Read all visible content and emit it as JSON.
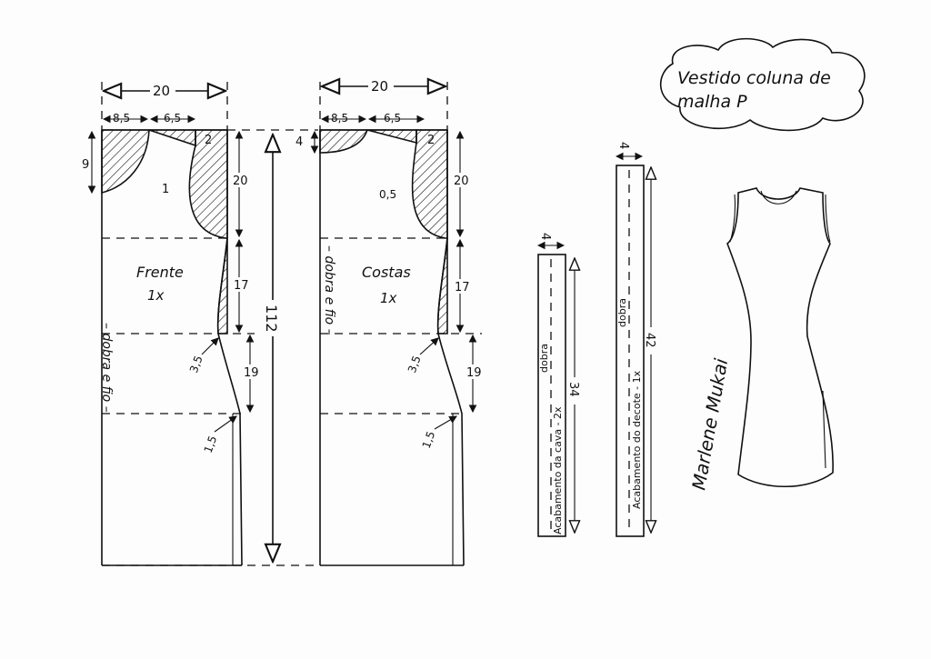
{
  "title": {
    "line1": "Vestido coluna de",
    "line2": "malha P"
  },
  "front": {
    "width": "20",
    "neck_width": "8,5",
    "shoulder": "6,5",
    "shoulder_drop": "2",
    "neck_depth": "9",
    "armhole_note": "1",
    "armhole_depth": "20",
    "waist": "17",
    "hip": "19",
    "waist_in": "3,5",
    "hip_out": "1,5",
    "label": "Frente",
    "qty": "1x",
    "fold": "– dobra e fio –"
  },
  "back": {
    "width": "20",
    "neck_width": "8,5",
    "shoulder": "6,5",
    "shoulder_drop": "2",
    "neck_depth": "4",
    "armhole_note": "0,5",
    "armhole_depth": "20",
    "waist": "17",
    "hip": "19",
    "waist_in": "3,5",
    "hip_out": "1,5",
    "label": "Costas",
    "qty": "1x",
    "fold": "– dobra e fio –"
  },
  "total_length": "112",
  "armhole_binding": {
    "width": "4",
    "fold": "dobra",
    "label": "Acabamento da cava - 2x",
    "length": "34"
  },
  "neck_binding": {
    "width": "4",
    "fold": "dobra",
    "label": "Acabamento do decote - 1x",
    "length": "42"
  },
  "signature": "Marlene Mukai"
}
